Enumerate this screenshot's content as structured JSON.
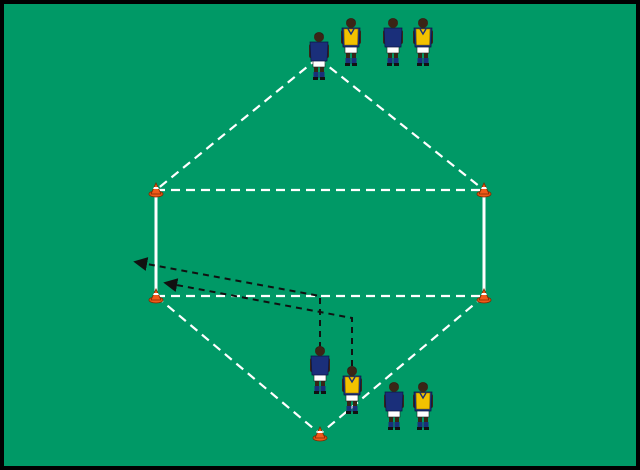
{
  "diagram": {
    "colors": {
      "border": "#000000",
      "pitch": "#009966",
      "line_white": "#ffffff",
      "run_dashed": "#111111",
      "team_blue_shirt": "#1a2f7a",
      "team_blue_shorts": "#ffffff",
      "team_yellow_bib": "#f2c200",
      "skin": "#3a2516",
      "cone_orange": "#f05a1a",
      "cone_white": "#ffffff"
    },
    "players": [
      {
        "team": "blue",
        "group": "top"
      },
      {
        "team": "yellow",
        "group": "top"
      },
      {
        "team": "blue",
        "group": "top"
      },
      {
        "team": "yellow",
        "group": "top"
      },
      {
        "team": "blue",
        "group": "bottom-runner"
      },
      {
        "team": "yellow",
        "group": "bottom-runner"
      },
      {
        "team": "blue",
        "group": "bottom"
      },
      {
        "team": "yellow",
        "group": "bottom"
      }
    ],
    "cones": [
      {
        "position": "left-top"
      },
      {
        "position": "right-top"
      },
      {
        "position": "left-bottom"
      },
      {
        "position": "right-bottom"
      },
      {
        "position": "bottom-apex"
      }
    ],
    "icons": {
      "player": "player-figure-icon",
      "cone": "cone-icon",
      "arrow": "arrowhead-icon"
    }
  }
}
